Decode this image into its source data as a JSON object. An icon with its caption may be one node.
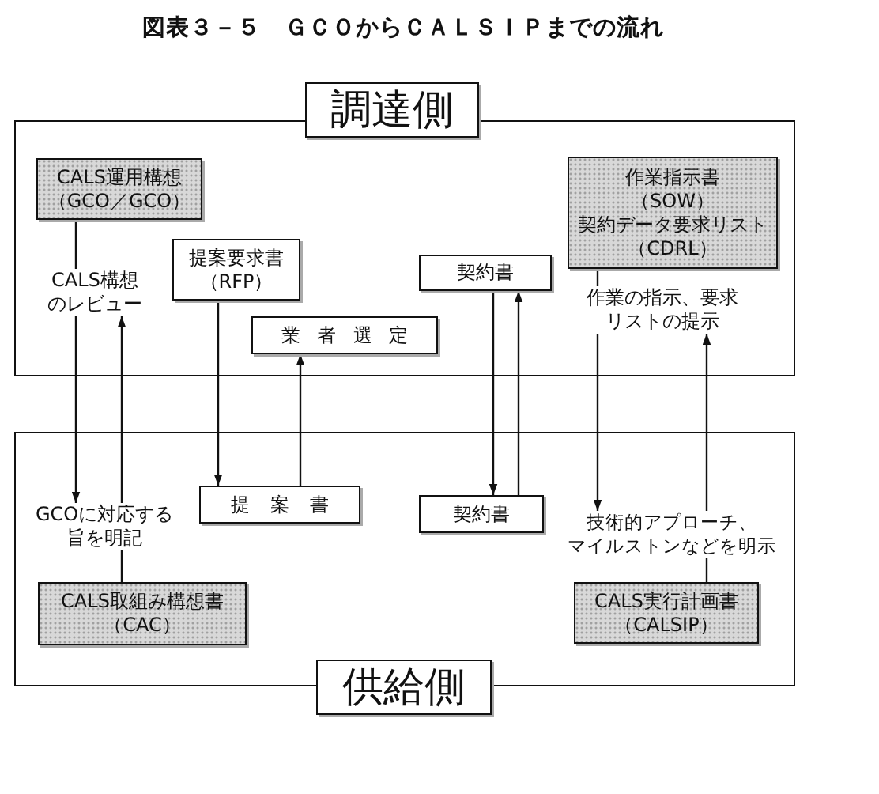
{
  "diagram": {
    "title": "図表３－５　ＧＣＯからＣＡＬＳＩＰまでの流れ",
    "nodes": [
      {
        "text": [
          "調達側"
        ]
      },
      {
        "text": [],
        "shape": "box"
      },
      {
        "text": [
          "CALS運用構想（GCO／GCO）"
        ],
        "in": 1
      },
      {
        "text": [
          "作業指示書（SOW）",
          "契約データ要求リスト（CDRL）"
        ],
        "in": 1
      },
      {
        "text": [
          "提案要求書（RFP）"
        ],
        "in": 1
      },
      {
        "text": [
          "契約書"
        ],
        "in": 1
      },
      {
        "text": [
          "CALS構想のレビュー"
        ],
        "in": 1
      },
      {
        "text": [
          "作業の指示、要求リストの提示"
        ],
        "in": 1
      },
      {
        "text": [
          "業者選定"
        ],
        "in": 1
      },
      {
        "text": [],
        "shape": "box"
      },
      {
        "text": [
          "提案書"
        ],
        "in": 9
      },
      {
        "text": [
          "契約書"
        ],
        "in": 9
      },
      {
        "text": [
          "GCOに対応する旨を明記"
        ],
        "in": 9
      },
      {
        "text": [
          "技術的アプローチ、マイルストンなどを明示"
        ],
        "in": 9
      },
      {
        "text": [
          "CALS取組み構想書（CAC）"
        ],
        "in": 9
      },
      {
        "text": [
          "CALS実行計画書（CALSIP）"
        ],
        "in": 9
      },
      {
        "text": [
          "供給側"
        ]
      }
    ],
    "edges": [
      {
        "from": 2,
        "to": 6,
        "arrow": "none"
      },
      {
        "from": 6,
        "to": 12,
        "arrow": "to"
      },
      {
        "from": 12,
        "to": 6,
        "arrow": "to"
      },
      {
        "from": 12,
        "to": 14,
        "arrow": "none"
      },
      {
        "from": 4,
        "to": 10,
        "arrow": "to"
      },
      {
        "from": 10,
        "to": 8,
        "arrow": "to"
      },
      {
        "from": 5,
        "to": 11,
        "arrow": "to"
      },
      {
        "from": 11,
        "to": 5,
        "arrow": "to"
      },
      {
        "from": 3,
        "to": 7,
        "arrow": "none"
      },
      {
        "from": 7,
        "to": 13,
        "arrow": "to"
      },
      {
        "from": 13,
        "to": 7,
        "arrow": "to"
      },
      {
        "from": 13,
        "to": 15,
        "arrow": "none"
      }
    ]
  }
}
